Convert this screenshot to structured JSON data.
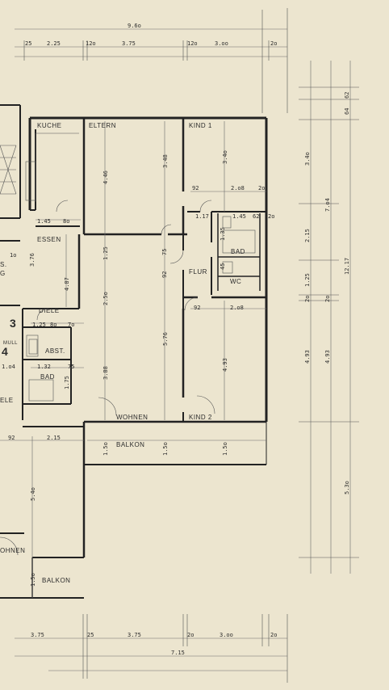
{
  "rooms": {
    "kueche": "KUCHE",
    "eltern": "ELTERN",
    "kind1": "KIND 1",
    "essen": "ESSEN",
    "bad_main": "BAD",
    "flur": "FLUR",
    "wc": "WC",
    "diele": "DIELE",
    "abst": "ABST.",
    "bad_left": "BAD",
    "wohnen_main": "WOHNEN",
    "kind2": "KIND 2",
    "balkon_main": "BALKON",
    "wohnen_left": "OHNEN",
    "balkon_left": "BALKON",
    "muell": "MULL",
    "diele_left": "ELE",
    "partial_s": "S.",
    "partial_g": "G",
    "unit_3": "3",
    "unit_4": "4"
  },
  "dims_top": {
    "total": "9.6o",
    "d1": "25",
    "d2": "2.25",
    "d3": "12o",
    "d4": "3.75",
    "d5": "12o",
    "d6": "3.oo",
    "d7": "2o"
  },
  "dims_bottom": {
    "total": "7.15",
    "d1": "3.75",
    "d2": "25",
    "d3": "3.75",
    "d4": "2o",
    "d5": "3.oo",
    "d6": "2o"
  },
  "dims_right": {
    "a": "62",
    "b": "64",
    "c": "3.4o",
    "d": "7.o4",
    "e": "2.15",
    "f": "12.17",
    "g": "1.25",
    "h": "2o",
    "i": "2o",
    "j": "4.93",
    "k": "4.93",
    "l": "5.3o"
  },
  "dims_inner": {
    "kueche_h": "4.46",
    "eltern_h": "3.48",
    "kind1_h": "3.4o",
    "w92a": "92",
    "w208a": "2.o8",
    "w2oa": "2o",
    "w117": "1.17",
    "w145a": "1.45",
    "w62": "62",
    "w2ob": "2o",
    "h135": "1.35",
    "h75": "75",
    "h45": "45",
    "w145b": "1.45",
    "w8o": "8o",
    "h376": "3.76",
    "w1o": "1o",
    "h125a": "1.25",
    "h92": "92",
    "h487": "4.87",
    "h25o": "2.5o",
    "h576": "5.76",
    "w92b": "92",
    "w208b": "2.o8",
    "w125": "1.25",
    "w8ob": "8o",
    "w7o": "7o",
    "h388": "3.88",
    "h493": "4.93",
    "h175": "1.75",
    "w1o4": "1.o4",
    "w132": "1.32",
    "w75": "75",
    "w92c": "92",
    "w215": "2.15",
    "h15oa": "1.5o",
    "h15ob": "1.5o",
    "h15oc": "1.5o",
    "h54o": "5.4o",
    "h15od": "1.5o"
  }
}
